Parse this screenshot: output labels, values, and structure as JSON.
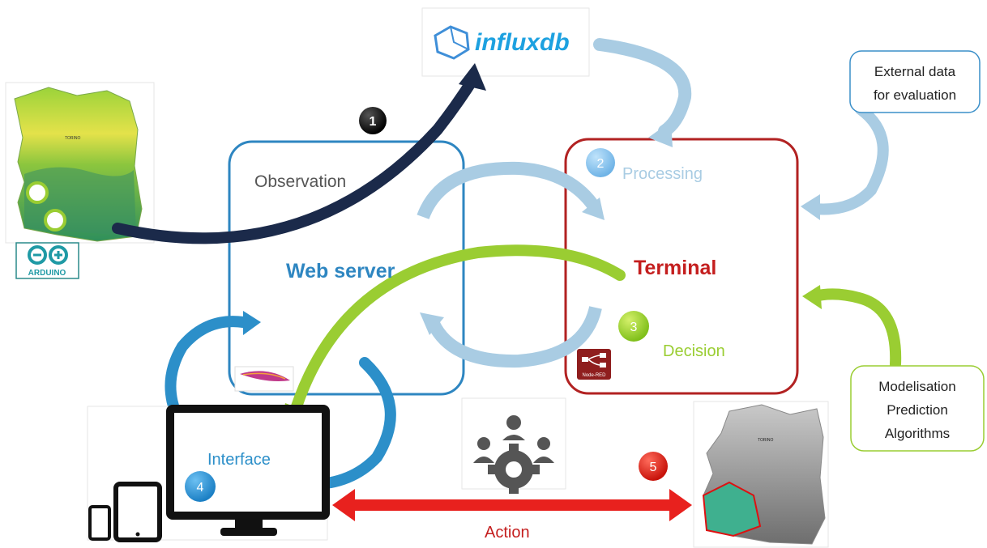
{
  "influx": {
    "logo_text": "influxdb"
  },
  "arduino": {
    "logo_text": "ARDUINO"
  },
  "map_left": {
    "city_label": "TORINO"
  },
  "map_right": {
    "city_label": "TORINO"
  },
  "nodered": {
    "logo_text": "Node-RED"
  },
  "external": {
    "line1": "External data",
    "line2": "for evaluation"
  },
  "models": {
    "line1": "Modelisation",
    "line2": "Prediction",
    "line3": "Algorithms"
  },
  "webserver": {
    "observation": "Observation",
    "title": "Web server"
  },
  "terminal": {
    "title": "Terminal",
    "processing": "Processing",
    "decision": "Decision"
  },
  "interface": {
    "label": "Interface"
  },
  "action": {
    "label": "Action"
  },
  "steps": {
    "s1": "1",
    "s2": "2",
    "s3": "3",
    "s4": "4",
    "s5": "5"
  },
  "colors": {
    "webserver": "#2e86c1",
    "terminal": "#b22222",
    "light_blue": "#a9cce3",
    "mid_blue": "#2c8fc9",
    "navy": "#1b2a4a",
    "lime": "#9acd32",
    "action_red": "#e8211e"
  }
}
